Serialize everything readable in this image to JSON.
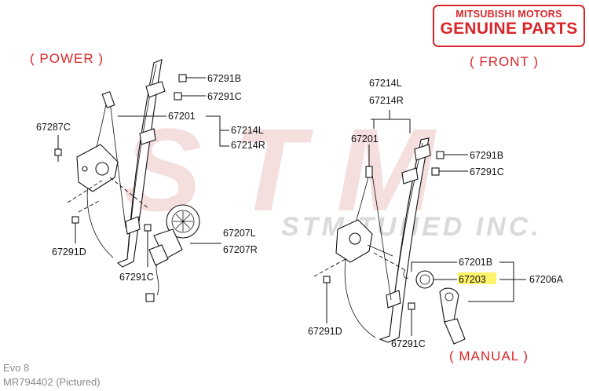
{
  "badge": {
    "line1": "MITSUBISHI MOTORS",
    "line2": "GENUINE PARTS"
  },
  "watermark": {
    "main": "STM",
    "sub": "STM TUNED INC."
  },
  "headings": {
    "power": "( POWER )",
    "front": "( FRONT )",
    "manual": "( MANUAL )"
  },
  "power_labels": {
    "p67291B": "67291B",
    "p67291C_top": "67291C",
    "p67201": "67201",
    "p67214L": "67214L",
    "p67214R": "67214R",
    "p67287C": "67287C",
    "p67207L": "67207L",
    "p67207R": "67207R",
    "p67291D": "67291D",
    "p67291C_bottom": "67291C"
  },
  "manual_labels": {
    "m67214L": "67214L",
    "m67214R": "67214R",
    "m67201": "67201",
    "m67291B": "67291B",
    "m67291C_top": "67291C",
    "m67201B": "67201B",
    "m67203": "67203",
    "m67206A": "67206A",
    "m67291D": "67291D",
    "m67291C_bottom": "67291C"
  },
  "highlight_color": "#fff36b",
  "accent_color": "#d8262a",
  "footer": {
    "model": "Evo 8",
    "part": "MR794402  (Pictured)"
  }
}
